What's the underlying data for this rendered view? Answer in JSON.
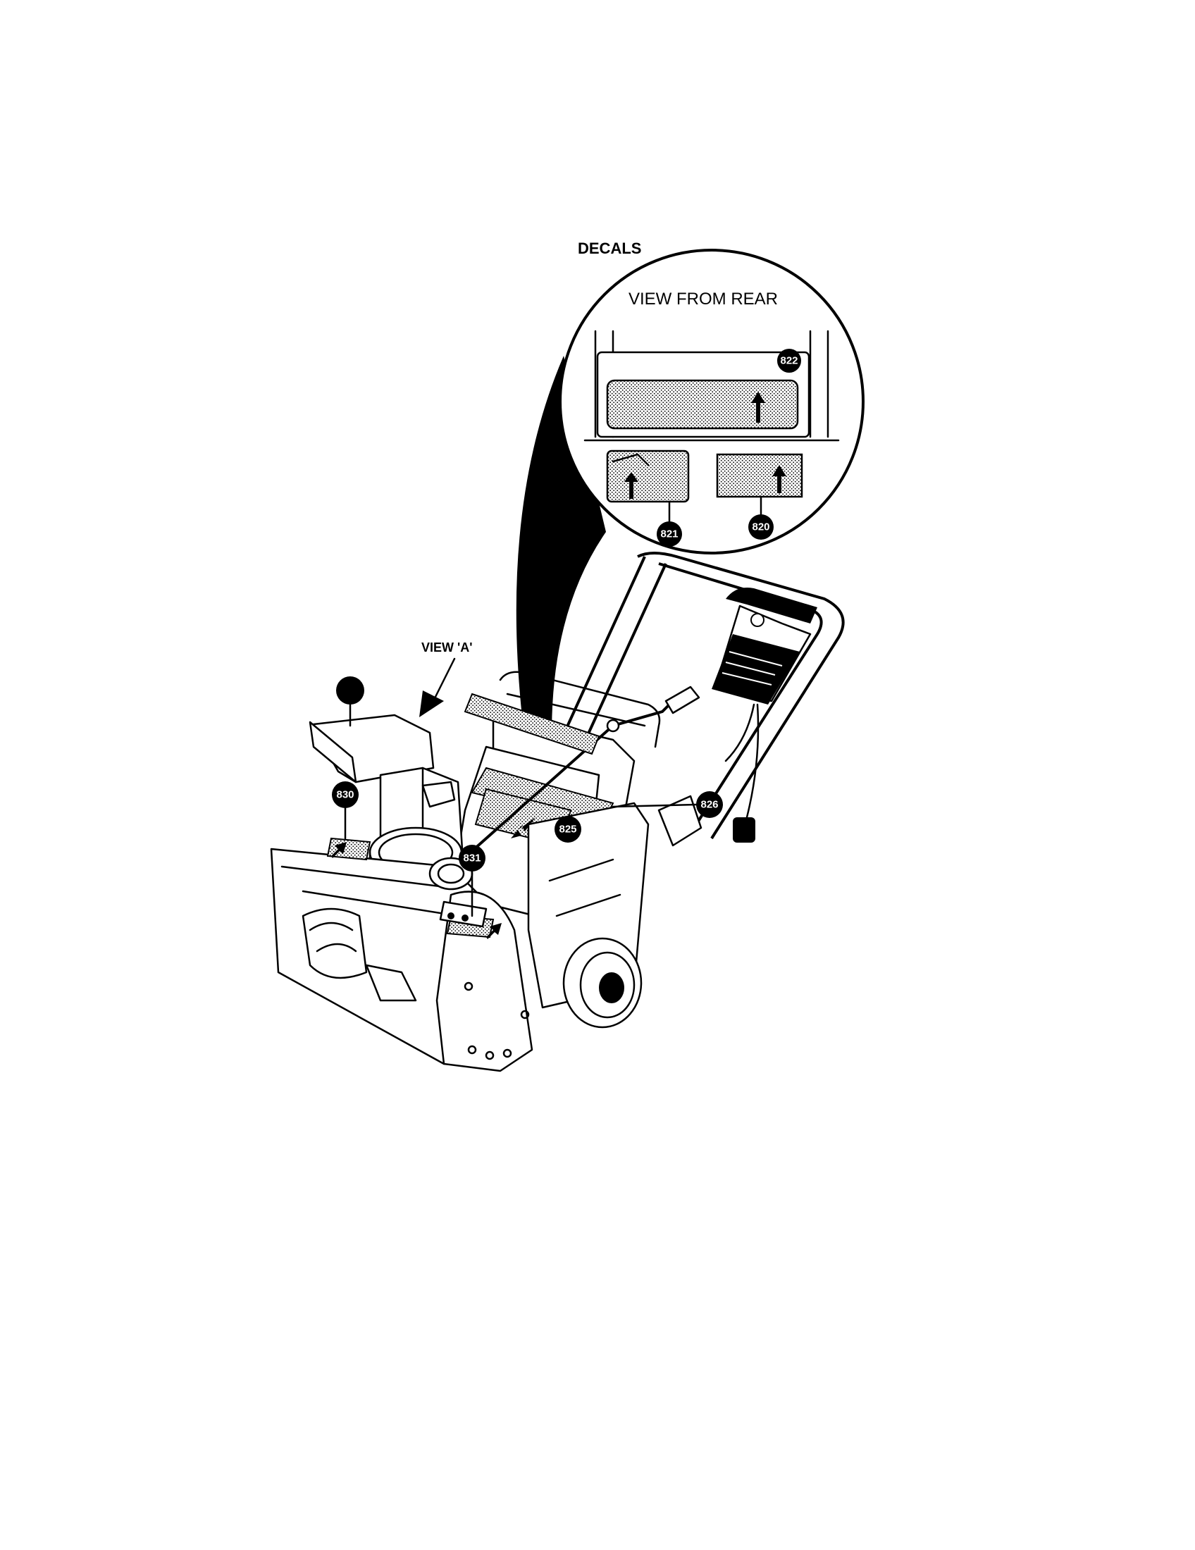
{
  "diagram": {
    "title": "DECALS",
    "inset_label": "VIEW FROM REAR",
    "view_label": "VIEW 'A'",
    "callouts": [
      {
        "id": "822",
        "label": "822"
      },
      {
        "id": "821",
        "label": "821"
      },
      {
        "id": "820",
        "label": "820"
      },
      {
        "id": "830",
        "label": "830"
      },
      {
        "id": "831",
        "label": "831"
      },
      {
        "id": "825",
        "label": "825"
      },
      {
        "id": "826",
        "label": "826"
      },
      {
        "id": "blank",
        "label": ""
      }
    ]
  }
}
